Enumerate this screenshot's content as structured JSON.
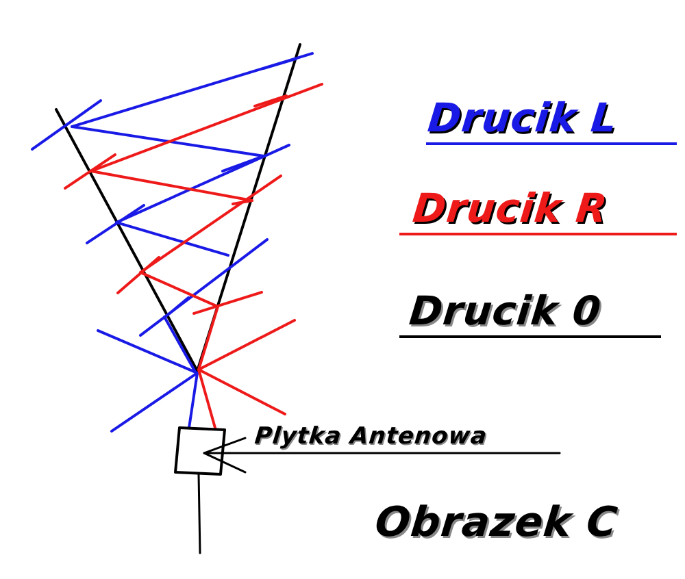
{
  "legend": {
    "left_wire": {
      "label": "Drucik  L",
      "color": "#1a1ae6"
    },
    "right_wire": {
      "label": "Drucik  R",
      "color": "#ee1a1a"
    },
    "zero_wire": {
      "label": "Drucik  0",
      "color": "#000000"
    }
  },
  "board": {
    "label": "Plytka  Antenowa"
  },
  "caption": "Obrazek  C"
}
